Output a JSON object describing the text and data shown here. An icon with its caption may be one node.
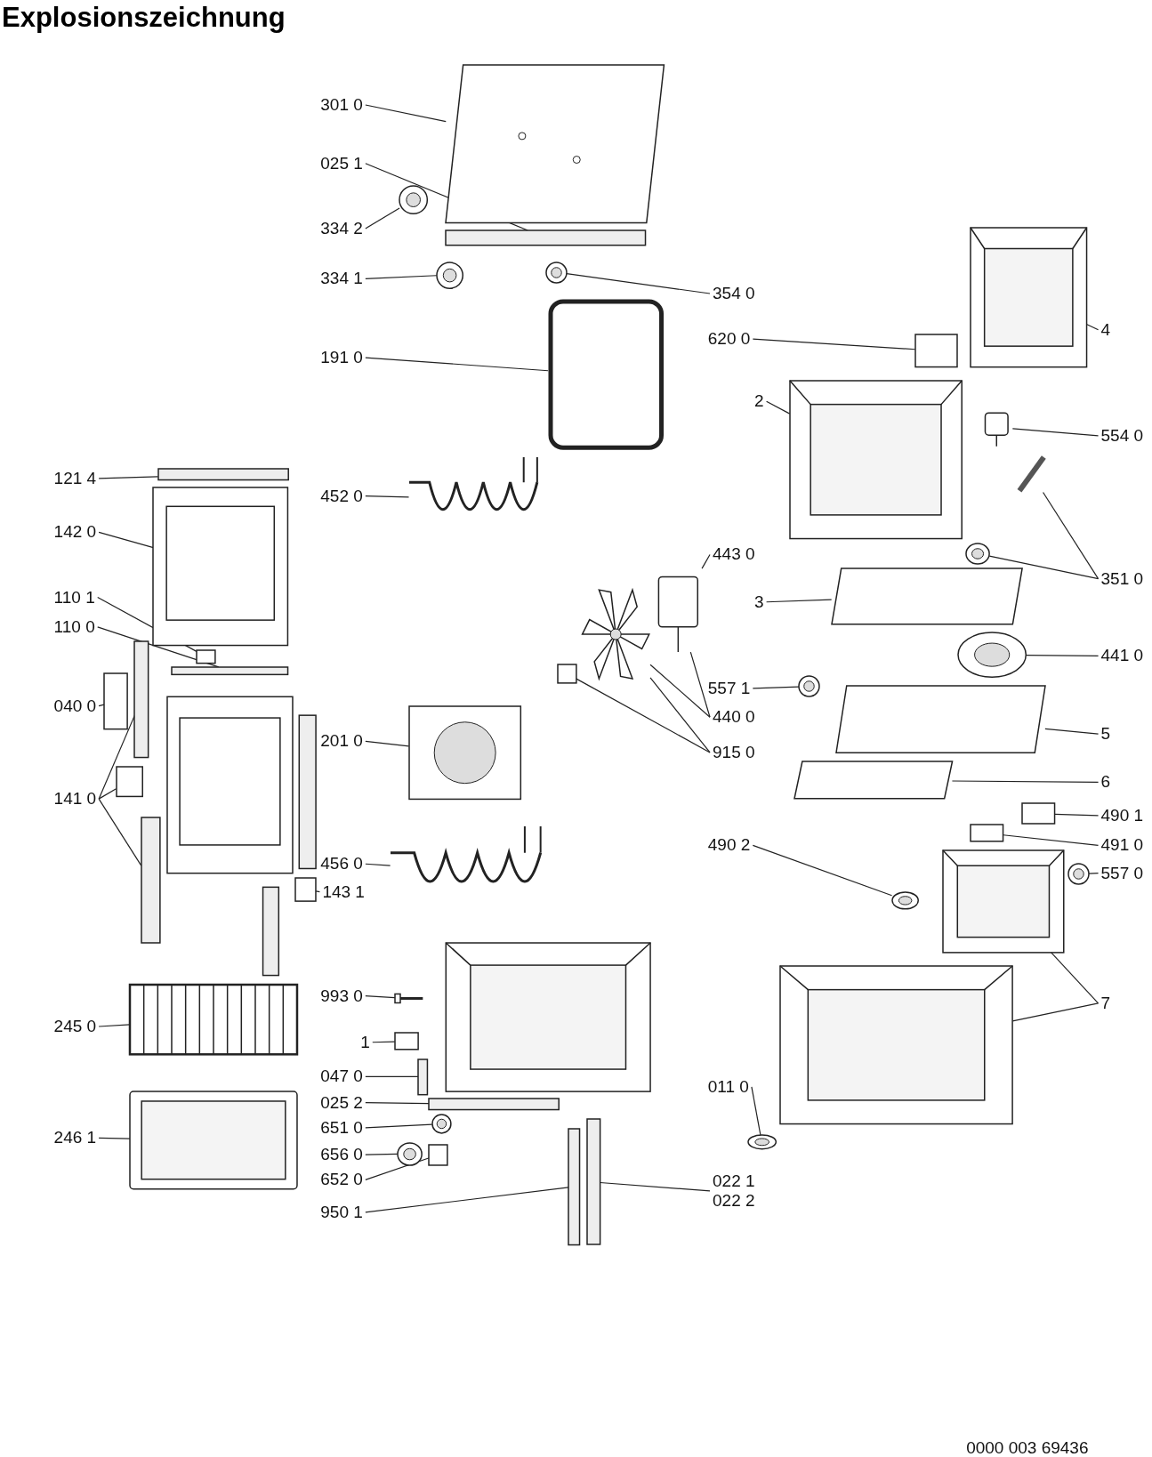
{
  "diagram": {
    "title": "Explosionszeichnung",
    "nodes": [
      {
        "text": [
          "301 0"
        ]
      },
      {
        "text": [],
        "shape": "picture"
      },
      {
        "text": [
          "025 1"
        ]
      },
      {
        "text": [],
        "shape": "bar"
      },
      {
        "text": [
          "334 2"
        ]
      },
      {
        "text": [],
        "shape": "picture"
      },
      {
        "text": [
          "334 1"
        ]
      },
      {
        "text": [],
        "shape": "picture"
      },
      {
        "text": [
          "354 0"
        ]
      },
      {
        "text": [],
        "shape": "picture"
      },
      {
        "text": [
          "191 0"
        ]
      },
      {
        "text": [],
        "shape": "box"
      },
      {
        "text": [
          "620 0"
        ]
      },
      {
        "text": [],
        "shape": "box"
      },
      {
        "text": [
          "4"
        ]
      },
      {
        "text": [],
        "shape": "picture"
      },
      {
        "text": [
          "2"
        ]
      },
      {
        "text": [],
        "shape": "picture"
      },
      {
        "text": [
          "554 0"
        ]
      },
      {
        "text": [],
        "shape": "picture"
      },
      {
        "text": [
          "121 4"
        ]
      },
      {
        "text": [],
        "shape": "bar"
      },
      {
        "text": [
          "452 0"
        ]
      },
      {
        "text": [],
        "shape": "picture"
      },
      {
        "text": [
          "142 0"
        ]
      },
      {
        "text": [],
        "shape": "picture"
      },
      {
        "text": [
          "443 0"
        ]
      },
      {
        "text": [],
        "shape": "picture"
      },
      {
        "text": [],
        "shape": "picture"
      },
      {
        "text": [],
        "shape": "box"
      },
      {
        "text": [
          "351 0"
        ]
      },
      {
        "text": [],
        "shape": "picture"
      },
      {
        "text": [],
        "shape": "picture"
      },
      {
        "text": [
          "3"
        ]
      },
      {
        "text": [],
        "shape": "box"
      },
      {
        "text": [
          "110 1"
        ]
      },
      {
        "text": [],
        "shape": "box"
      },
      {
        "text": [
          "110 0"
        ]
      },
      {
        "text": [],
        "shape": "bar"
      },
      {
        "text": [
          "441 0"
        ]
      },
      {
        "text": [],
        "shape": "picture"
      },
      {
        "text": [
          "557 1"
        ]
      },
      {
        "text": [],
        "shape": "picture"
      },
      {
        "text": [
          "040 0"
        ]
      },
      {
        "text": [],
        "shape": "box"
      },
      {
        "text": [
          "440 0"
        ]
      },
      {
        "text": [
          "5"
        ]
      },
      {
        "text": [],
        "shape": "box"
      },
      {
        "text": [
          "201 0"
        ]
      },
      {
        "text": [],
        "shape": "picture"
      },
      {
        "text": [
          "915 0"
        ]
      },
      {
        "text": [
          "6"
        ]
      },
      {
        "text": [],
        "shape": "box"
      },
      {
        "text": [
          "141 0"
        ]
      },
      {
        "text": [],
        "shape": "box"
      },
      {
        "text": [],
        "shape": "bar"
      },
      {
        "text": [],
        "shape": "bar"
      },
      {
        "text": [
          "490 1"
        ]
      },
      {
        "text": [],
        "shape": "box"
      },
      {
        "text": [
          "490 2"
        ]
      },
      {
        "text": [],
        "shape": "picture"
      },
      {
        "text": [
          "491 0"
        ]
      },
      {
        "text": [],
        "shape": "box"
      },
      {
        "text": [
          "456 0"
        ]
      },
      {
        "text": [],
        "shape": "picture"
      },
      {
        "text": [
          "143 1"
        ]
      },
      {
        "text": [],
        "shape": "box"
      },
      {
        "text": [
          "557 0"
        ]
      },
      {
        "text": [],
        "shape": "picture"
      },
      {
        "text": [
          "993 0"
        ]
      },
      {
        "text": [],
        "shape": "picture"
      },
      {
        "text": [
          "7"
        ]
      },
      {
        "text": [],
        "shape": "picture"
      },
      {
        "text": [],
        "shape": "picture"
      },
      {
        "text": [
          "245 0"
        ]
      },
      {
        "text": [],
        "shape": "picture"
      },
      {
        "text": [
          "1"
        ]
      },
      {
        "text": [],
        "shape": "box"
      },
      {
        "text": [
          "047 0"
        ]
      },
      {
        "text": [],
        "shape": "bar"
      },
      {
        "text": [
          "011 0"
        ]
      },
      {
        "text": [],
        "shape": "picture"
      },
      {
        "text": [
          "025 2"
        ]
      },
      {
        "text": [],
        "shape": "bar"
      },
      {
        "text": [
          "651 0"
        ]
      },
      {
        "text": [],
        "shape": "picture"
      },
      {
        "text": [
          "246 1"
        ]
      },
      {
        "text": [],
        "shape": "picture"
      },
      {
        "text": [
          "656 0"
        ]
      },
      {
        "text": [],
        "shape": "picture"
      },
      {
        "text": [
          "652 0"
        ]
      },
      {
        "text": [],
        "shape": "box"
      },
      {
        "text": [
          "022 1",
          "022 2"
        ]
      },
      {
        "text": [],
        "shape": "bar"
      },
      {
        "text": [
          "950 1"
        ]
      },
      {
        "text": [],
        "shape": "bar"
      }
    ],
    "edges": [
      {
        "from": 0,
        "to": 1,
        "arrow": "none"
      },
      {
        "from": 2,
        "to": 3,
        "arrow": "none"
      },
      {
        "from": 4,
        "to": 5,
        "arrow": "none"
      },
      {
        "from": 6,
        "to": 7,
        "arrow": "none"
      },
      {
        "from": 8,
        "to": 9,
        "arrow": "none"
      },
      {
        "from": 10,
        "to": 11,
        "arrow": "none"
      },
      {
        "from": 12,
        "to": 13,
        "arrow": "none"
      },
      {
        "from": 14,
        "to": 15,
        "arrow": "none"
      },
      {
        "from": 16,
        "to": 17,
        "arrow": "none"
      },
      {
        "from": 18,
        "to": 19,
        "arrow": "none"
      },
      {
        "from": 20,
        "to": 21,
        "arrow": "none"
      },
      {
        "from": 22,
        "to": 23,
        "arrow": "none"
      },
      {
        "from": 24,
        "to": 25,
        "arrow": "none"
      },
      {
        "from": 26,
        "to": 27,
        "arrow": "none"
      },
      {
        "from": 30,
        "to": 31,
        "arrow": "none"
      },
      {
        "from": 30,
        "to": 32,
        "arrow": "none"
      },
      {
        "from": 33,
        "to": 34,
        "arrow": "none"
      },
      {
        "from": 35,
        "to": 36,
        "arrow": "none"
      },
      {
        "from": 37,
        "to": 38,
        "arrow": "none"
      },
      {
        "from": 39,
        "to": 40,
        "arrow": "none"
      },
      {
        "from": 41,
        "to": 42,
        "arrow": "none"
      },
      {
        "from": 43,
        "to": 44,
        "arrow": "none"
      },
      {
        "from": 45,
        "to": 28,
        "arrow": "none"
      },
      {
        "from": 45,
        "to": 27,
        "arrow": "none"
      },
      {
        "from": 46,
        "to": 47,
        "arrow": "none"
      },
      {
        "from": 48,
        "to": 49,
        "arrow": "none"
      },
      {
        "from": 50,
        "to": 29,
        "arrow": "none"
      },
      {
        "from": 50,
        "to": 28,
        "arrow": "none"
      },
      {
        "from": 51,
        "to": 52,
        "arrow": "none"
      },
      {
        "from": 53,
        "to": 54,
        "arrow": "none"
      },
      {
        "from": 53,
        "to": 55,
        "arrow": "none"
      },
      {
        "from": 53,
        "to": 56,
        "arrow": "none"
      },
      {
        "from": 57,
        "to": 58,
        "arrow": "none"
      },
      {
        "from": 59,
        "to": 60,
        "arrow": "none"
      },
      {
        "from": 61,
        "to": 62,
        "arrow": "none"
      },
      {
        "from": 63,
        "to": 64,
        "arrow": "none"
      },
      {
        "from": 65,
        "to": 66,
        "arrow": "none"
      },
      {
        "from": 67,
        "to": 68,
        "arrow": "none"
      },
      {
        "from": 69,
        "to": 70,
        "arrow": "none"
      },
      {
        "from": 71,
        "to": 72,
        "arrow": "none"
      },
      {
        "from": 71,
        "to": 73,
        "arrow": "none"
      },
      {
        "from": 74,
        "to": 75,
        "arrow": "none"
      },
      {
        "from": 76,
        "to": 77,
        "arrow": "none"
      },
      {
        "from": 78,
        "to": 79,
        "arrow": "none"
      },
      {
        "from": 80,
        "to": 81,
        "arrow": "none"
      },
      {
        "from": 82,
        "to": 83,
        "arrow": "none"
      },
      {
        "from": 84,
        "to": 85,
        "arrow": "none"
      },
      {
        "from": 86,
        "to": 87,
        "arrow": "none"
      },
      {
        "from": 88,
        "to": 89,
        "arrow": "none"
      },
      {
        "from": 90,
        "to": 91,
        "arrow": "none"
      },
      {
        "from": 92,
        "to": 93,
        "arrow": "none"
      },
      {
        "from": 94,
        "to": 95,
        "arrow": "none"
      }
    ],
    "labels": [
      "0000 003 69436"
    ]
  }
}
